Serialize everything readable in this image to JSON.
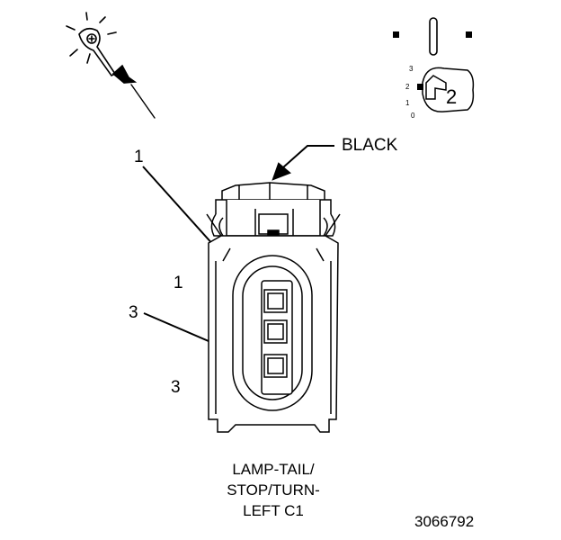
{
  "wire_color_label": "BLACK",
  "callouts": {
    "top_one": "1",
    "top_three": "3",
    "side_one": "1",
    "side_three": "3"
  },
  "connector_title": {
    "line1": "LAMP-TAIL/",
    "line2": "STOP/TURN-",
    "line3": "LEFT C1"
  },
  "key_icon": {
    "number": "2",
    "positions": [
      "3",
      "2",
      "1",
      "0"
    ]
  },
  "figure_id": "3066792",
  "icons": [
    "test-probe-icon",
    "ignition-key-icon",
    "connector-face-view"
  ],
  "colors": {
    "line": "#000000",
    "background": "#ffffff"
  }
}
